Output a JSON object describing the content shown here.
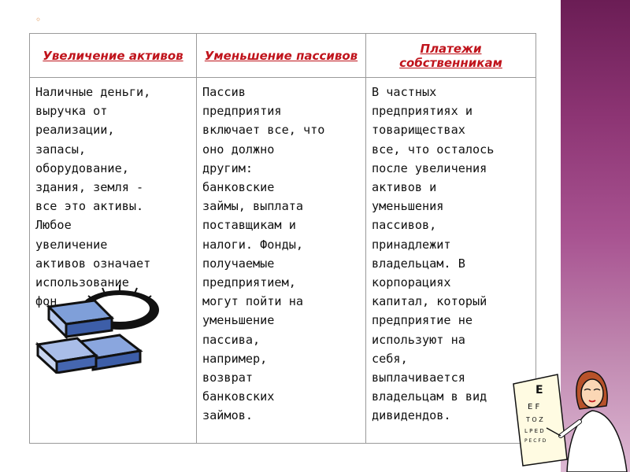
{
  "table": {
    "headers": [
      "Увеличение\nактивов",
      "Уменьшение\nпассивов",
      "Платежи\nсобственникам"
    ],
    "col1_text": "Наличные деньги,\nвыручка от\nреализации,\nзапасы,\nоборудование,\nздания, земля -\nвсе это активы.\nЛюбое\nувеличение\nактивов означает\nиспользование\nфон",
    "col2_text": "Пассив\nпредприятия\nвключает все, что\nоно должно\nдругим:\nбанковские\nзаймы, выплата\nпоставщикам и\nналоги. Фонды,\nполучаемые\nпредприятием,\nмогут пойти на\nуменьшение\nпассива,\nнапример,\nвозврат\nбанковских\nзаймов.",
    "col3_text": "В частных\nпредприятиях и\nтовариществах\nвсе, что осталось\nпосле увеличения\nактивов и\nуменьшения\nпассивов,\nпринадлежит\nвладельцам. В\nкорпорациях\nкапитал, который\nпредприятие не\nиспользуют на\nсебя,\nвыплачивается\nвладельцам в вид\nдивидендов."
  },
  "colors": {
    "header_text": "#c0141c",
    "band_top": "#6b1d55",
    "band_bottom": "#ddb8d3"
  },
  "icons": [
    "bullet-icon",
    "gold-ingots-icon",
    "teacher-illustration-icon"
  ]
}
